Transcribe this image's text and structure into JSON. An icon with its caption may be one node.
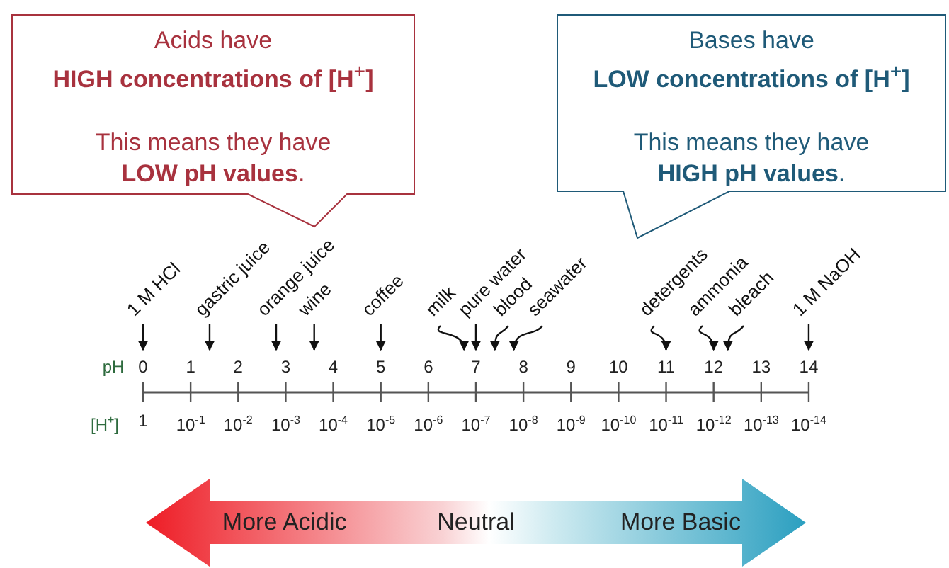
{
  "diagram": {
    "nodes": [
      {
        "text": [
          "Acids have **HIGH concentrations of [H**$^{+}$**]**",
          "This means they have **LOW pH values**."
        ]
      },
      {
        "text": [
          "Bases have **LOW concentrations of [H**$^{+}$**]**",
          "This means they have **HIGH pH values**."
        ]
      },
      {
        "text": [
          "1 M HCl"
        ]
      },
      {
        "text": [
          "gastric juice"
        ]
      },
      {
        "text": [
          "orange juice"
        ]
      },
      {
        "text": [
          "wine"
        ]
      },
      {
        "text": [
          "coffee"
        ]
      },
      {
        "text": [
          "milk"
        ]
      },
      {
        "text": [
          "pure water"
        ]
      },
      {
        "text": [
          "blood"
        ]
      },
      {
        "text": [
          "seawater"
        ]
      },
      {
        "text": [
          "detergents"
        ]
      },
      {
        "text": [
          "ammonia"
        ]
      },
      {
        "text": [
          "bleach"
        ]
      },
      {
        "text": [
          "1 M NaOH"
        ]
      },
      {
        "text": [],
        "shape": "line"
      },
      {
        "text": [
          "More Acidic",
          "Neutral",
          "More Basic"
        ]
      }
    ],
    "edges": [
      {
        "from": 2,
        "to": 15,
        "arrow": "to"
      },
      {
        "from": 3,
        "to": 15,
        "arrow": "to"
      },
      {
        "from": 4,
        "to": 15,
        "arrow": "to"
      },
      {
        "from": 5,
        "to": 15,
        "arrow": "to"
      },
      {
        "from": 6,
        "to": 15,
        "arrow": "to"
      },
      {
        "from": 7,
        "to": 15,
        "arrow": "to"
      },
      {
        "from": 8,
        "to": 15,
        "arrow": "to"
      },
      {
        "from": 9,
        "to": 15,
        "arrow": "to"
      },
      {
        "from": 10,
        "to": 15,
        "arrow": "to"
      },
      {
        "from": 11,
        "to": 15,
        "arrow": "to"
      },
      {
        "from": 12,
        "to": 15,
        "arrow": "to"
      },
      {
        "from": 13,
        "to": 15,
        "arrow": "to"
      },
      {
        "from": 14,
        "to": 15,
        "arrow": "to"
      }
    ],
    "labels": [
      "pH",
      "0",
      "1",
      "2",
      "3",
      "4",
      "5",
      "6",
      "7",
      "8",
      "9",
      "10",
      "11",
      "12",
      "13",
      "14",
      "[H$^{+}$]",
      "1",
      "10$^{-1}$",
      "10$^{-2}$",
      "10$^{-3}$",
      "10$^{-4}$",
      "10$^{-5}$",
      "10$^{-6}$",
      "10$^{-7}$",
      "10$^{-8}$",
      "10$^{-9}$",
      "10$^{-10}$",
      "10$^{-11}$",
      "10$^{-12}$",
      "10$^{-13}$",
      "10$^{-14}$"
    ]
  }
}
